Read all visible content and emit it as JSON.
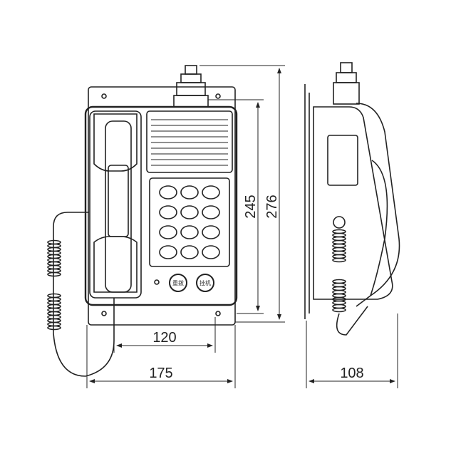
{
  "dimensions": {
    "height_total": "276",
    "height_body": "245",
    "width_mount": "120",
    "width_total": "175",
    "depth": "108"
  },
  "buttons": {
    "redial": "重拨",
    "hangup": "挂机"
  },
  "colors": {
    "line": "#222222",
    "background": "#ffffff"
  }
}
